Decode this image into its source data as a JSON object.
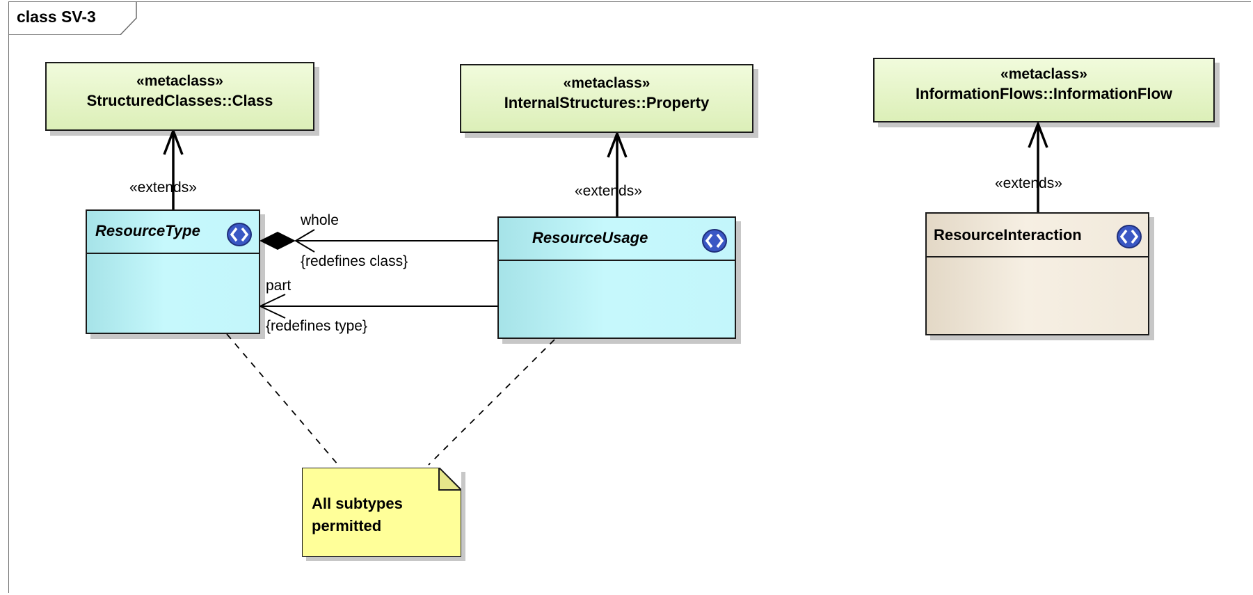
{
  "frame": {
    "title": "class SV-3"
  },
  "metaclasses": [
    {
      "stereotype": "«metaclass»",
      "name": "StructuredClasses::Class"
    },
    {
      "stereotype": "«metaclass»",
      "name": "InternalStructures::Property"
    },
    {
      "stereotype": "«metaclass»",
      "name": "InformationFlows::InformationFlow"
    }
  ],
  "classes": {
    "resource_type": {
      "name": "ResourceType",
      "icon": "stereotype-icon"
    },
    "resource_usage": {
      "name": "ResourceUsage",
      "icon": "stereotype-icon"
    },
    "resource_interaction": {
      "name": "ResourceInteraction",
      "icon": "stereotype-icon"
    }
  },
  "extensions": {
    "label": "«extends»"
  },
  "associations": {
    "whole": {
      "role": "whole",
      "constraint": "{redefines class}"
    },
    "part": {
      "role": "part",
      "constraint": "{redefines type}"
    }
  },
  "note": {
    "line1": "All subtypes",
    "line2": "permitted"
  },
  "colors": {
    "metaclass_fill": "#e2f3c4",
    "class_fill": "#c3f6fb",
    "interaction_fill": "#f1e9db",
    "note_fill": "#ffff99"
  }
}
